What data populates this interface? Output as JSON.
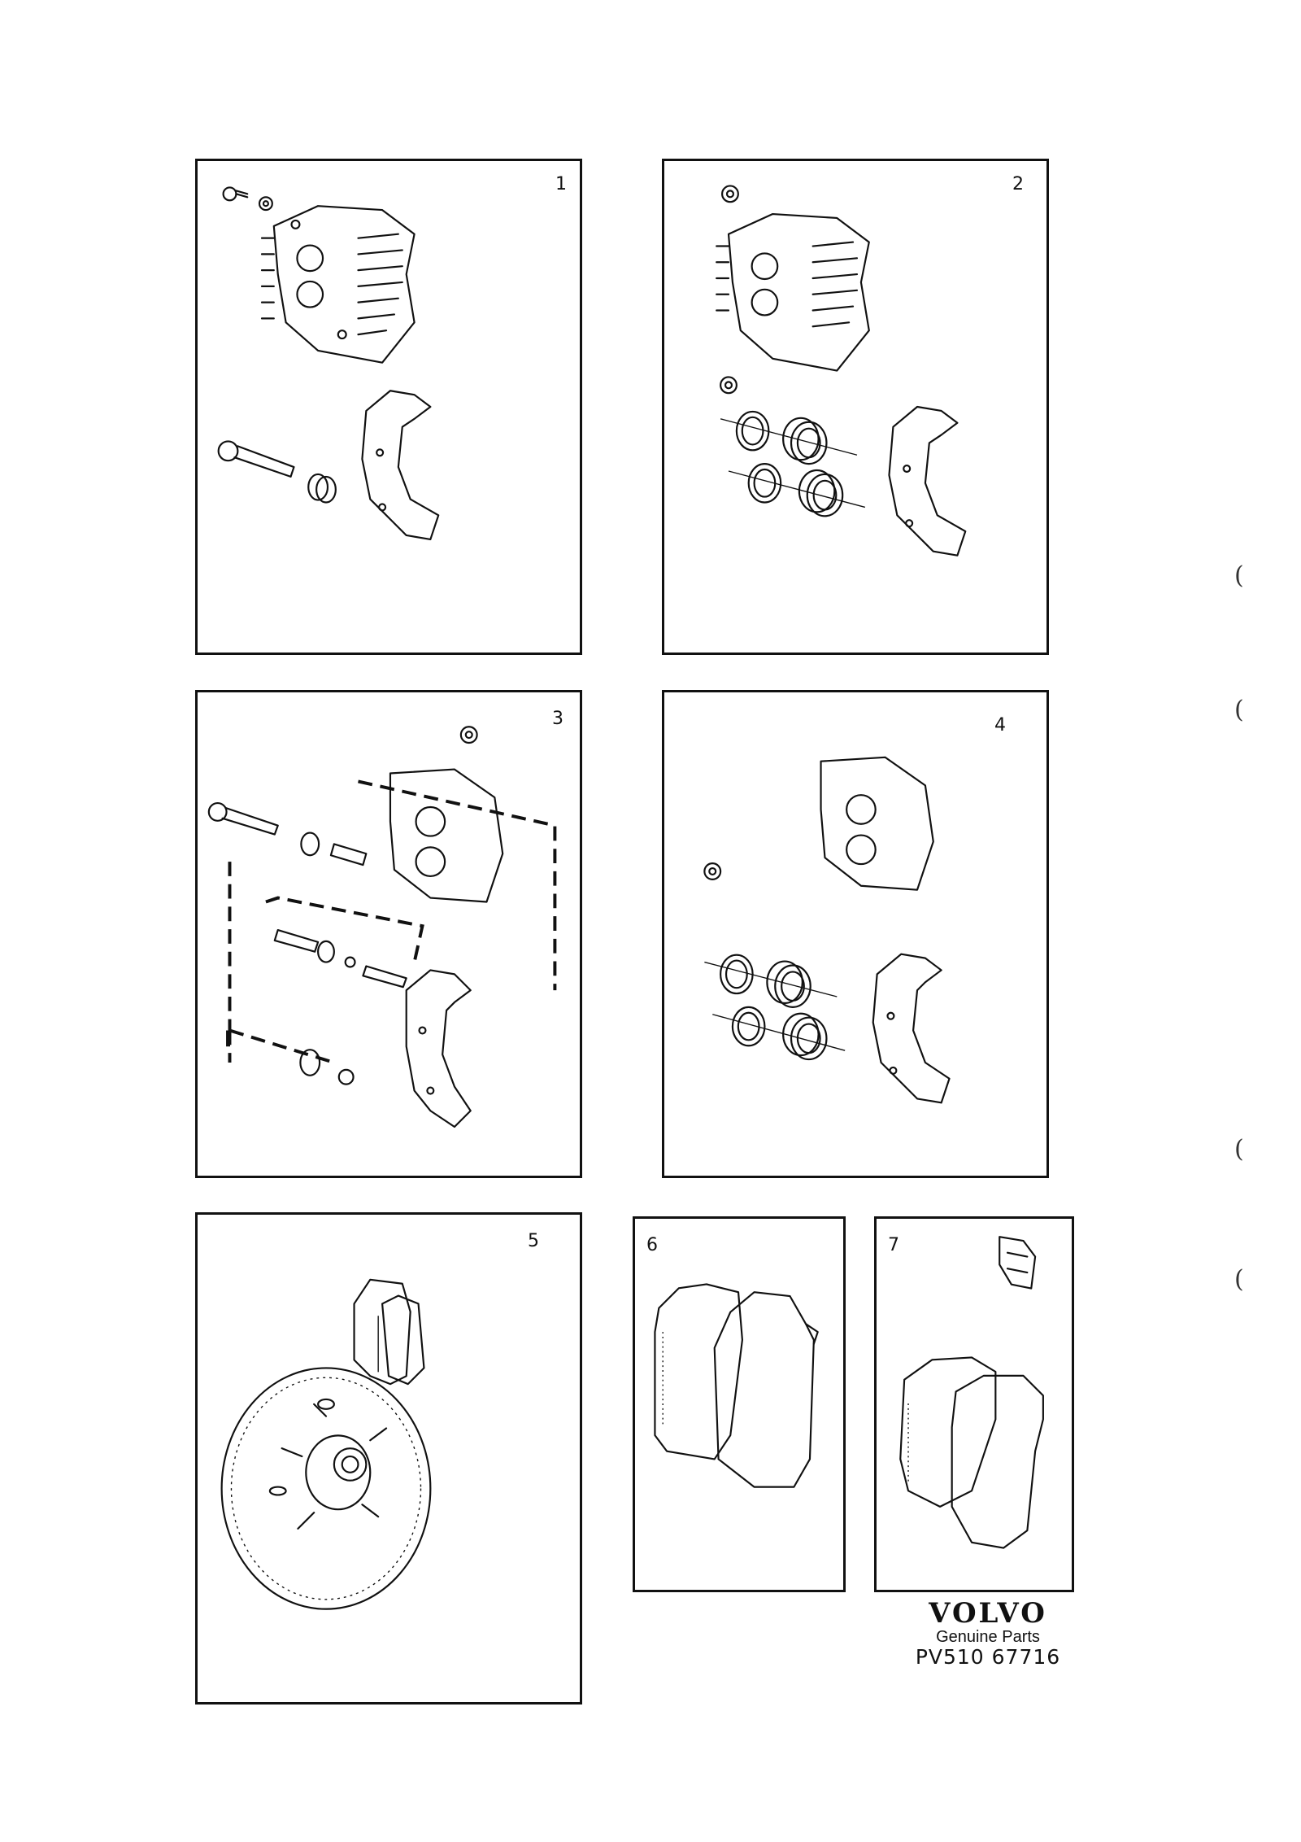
{
  "panels": [
    {
      "number": "1"
    },
    {
      "number": "2"
    },
    {
      "number": "3"
    },
    {
      "number": "4"
    },
    {
      "number": "5"
    },
    {
      "number": "6"
    },
    {
      "number": "7"
    }
  ],
  "footer": {
    "logo": "VOLVO",
    "subtitle": "Genuine Parts",
    "code": "PV510 67716"
  },
  "margin_marks": [
    "(",
    "(",
    "(",
    "("
  ]
}
